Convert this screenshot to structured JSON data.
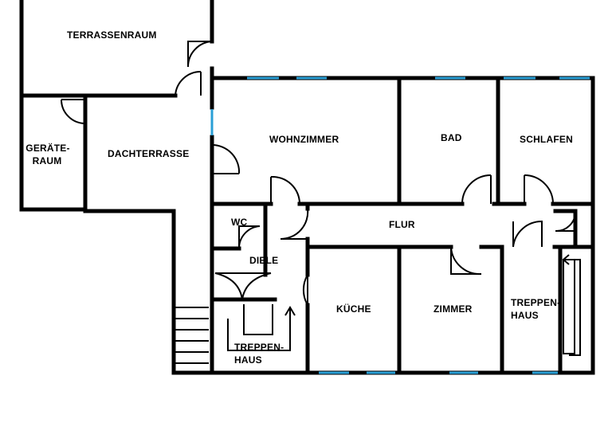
{
  "plan": {
    "rooms": {
      "terrassenraum": "TERRASSENRAUM",
      "geraeteraum_1": "GERÄTE-",
      "geraeteraum_2": "RAUM",
      "dachterrasse": "DACHTERRASSE",
      "wohnzimmer": "WOHNZIMMER",
      "bad": "BAD",
      "schlafen": "SCHLAFEN",
      "wc": "WC",
      "flur": "FLUR",
      "diele": "DIELE",
      "kueche": "KÜCHE",
      "zimmer": "ZIMMER",
      "treppenhaus_right_1": "TREPPEN-",
      "treppenhaus_right_2": "HAUS",
      "treppenhaus_left_1": "TREPPEN-",
      "treppenhaus_left_2": "HAUS"
    },
    "colors": {
      "wall": "#000000",
      "window": "#2a9fd6",
      "background": "#ffffff"
    }
  }
}
